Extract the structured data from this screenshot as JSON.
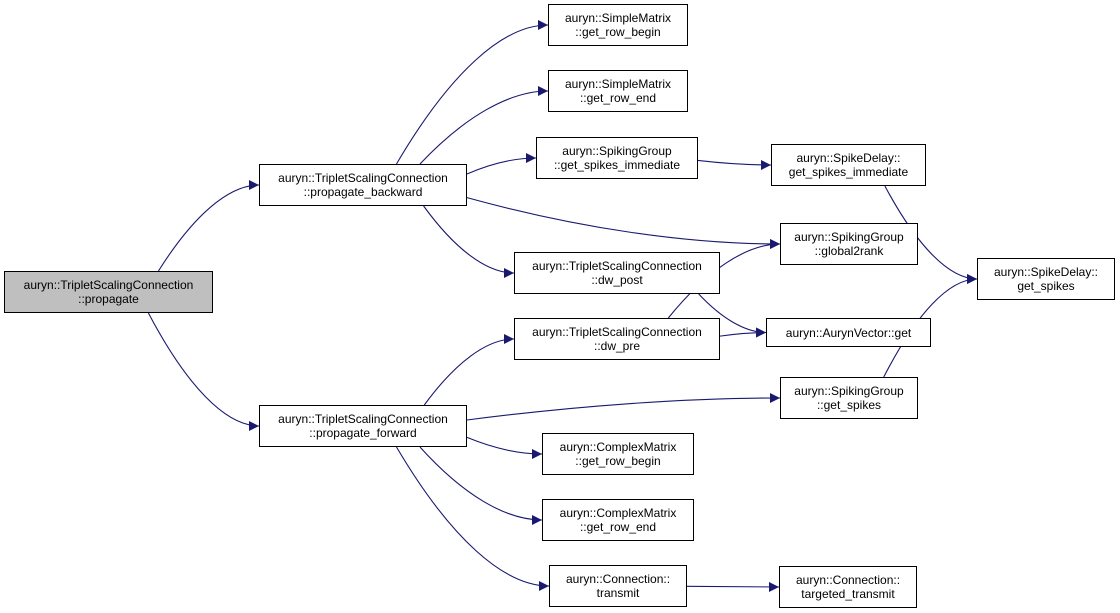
{
  "colors": {
    "edge": "#191970",
    "node_border": "#000000",
    "root_fill": "#bfbfbf",
    "node_fill": "#ffffff"
  },
  "nodes": [
    {
      "id": "propagate",
      "lines": [
        "auryn::TripletScalingConnection",
        "::propagate"
      ]
    },
    {
      "id": "propagate_backward",
      "lines": [
        "auryn::TripletScalingConnection",
        "::propagate_backward"
      ]
    },
    {
      "id": "propagate_forward",
      "lines": [
        "auryn::TripletScalingConnection",
        "::propagate_forward"
      ]
    },
    {
      "id": "sm_get_row_begin",
      "lines": [
        "auryn::SimpleMatrix",
        "::get_row_begin"
      ]
    },
    {
      "id": "sm_get_row_end",
      "lines": [
        "auryn::SimpleMatrix",
        "::get_row_end"
      ]
    },
    {
      "id": "sg_get_spikes_immediate",
      "lines": [
        "auryn::SpikingGroup",
        "::get_spikes_immediate"
      ]
    },
    {
      "id": "dw_post",
      "lines": [
        "auryn::TripletScalingConnection",
        "::dw_post"
      ]
    },
    {
      "id": "dw_pre",
      "lines": [
        "auryn::TripletScalingConnection",
        "::dw_pre"
      ]
    },
    {
      "id": "cm_get_row_begin",
      "lines": [
        "auryn::ComplexMatrix",
        "::get_row_begin"
      ]
    },
    {
      "id": "cm_get_row_end",
      "lines": [
        "auryn::ComplexMatrix",
        "::get_row_end"
      ]
    },
    {
      "id": "transmit",
      "lines": [
        "auryn::Connection::",
        "transmit"
      ]
    },
    {
      "id": "sd_get_spikes_immediate",
      "lines": [
        "auryn::SpikeDelay::",
        "get_spikes_immediate"
      ]
    },
    {
      "id": "global2rank",
      "lines": [
        "auryn::SpikingGroup",
        "::global2rank"
      ]
    },
    {
      "id": "aurynvector_get",
      "lines": [
        "auryn::AurynVector::get"
      ]
    },
    {
      "id": "sg_get_spikes",
      "lines": [
        "auryn::SpikingGroup",
        "::get_spikes"
      ]
    },
    {
      "id": "targeted_transmit",
      "lines": [
        "auryn::Connection::",
        "targeted_transmit"
      ]
    },
    {
      "id": "sd_get_spikes",
      "lines": [
        "auryn::SpikeDelay::",
        "get_spikes"
      ]
    }
  ],
  "edges": [
    [
      "propagate",
      "propagate_backward"
    ],
    [
      "propagate",
      "propagate_forward"
    ],
    [
      "propagate_backward",
      "sm_get_row_begin"
    ],
    [
      "propagate_backward",
      "sm_get_row_end"
    ],
    [
      "propagate_backward",
      "sg_get_spikes_immediate"
    ],
    [
      "propagate_backward",
      "global2rank"
    ],
    [
      "propagate_backward",
      "dw_post"
    ],
    [
      "sg_get_spikes_immediate",
      "sd_get_spikes_immediate"
    ],
    [
      "sd_get_spikes_immediate",
      "sd_get_spikes"
    ],
    [
      "dw_post",
      "aurynvector_get"
    ],
    [
      "dw_pre",
      "global2rank"
    ],
    [
      "dw_pre",
      "aurynvector_get"
    ],
    [
      "propagate_forward",
      "dw_pre"
    ],
    [
      "propagate_forward",
      "sg_get_spikes"
    ],
    [
      "propagate_forward",
      "cm_get_row_begin"
    ],
    [
      "propagate_forward",
      "cm_get_row_end"
    ],
    [
      "propagate_forward",
      "transmit"
    ],
    [
      "sg_get_spikes",
      "sd_get_spikes"
    ],
    [
      "transmit",
      "targeted_transmit"
    ]
  ]
}
